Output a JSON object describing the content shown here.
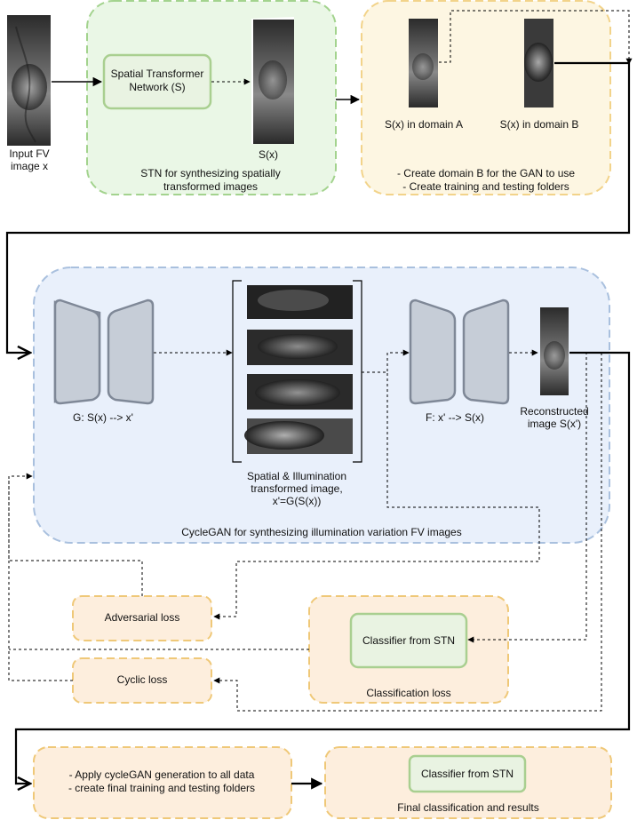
{
  "top_row": {
    "input_label_line1": "Input FV",
    "input_label_line2": "image x",
    "stn_box_line1": "Spatial Transformer",
    "stn_box_line2": "Network (S)",
    "sx_label": "S(x)",
    "stn_region_line1": "STN for synthesizing spatially",
    "stn_region_line2": "transformed images",
    "domain_a_label": "S(x) in domain A",
    "domain_b_label": "S(x) in domain B",
    "domain_region_line1": "- Create domain B for the GAN to use",
    "domain_region_line2": "- Create training and testing folders"
  },
  "cyclegan": {
    "generator_label": "G: S(x) --> x'",
    "transformed_line1": "Spatial & Illumination",
    "transformed_line2": "transformed image,",
    "transformed_line3": "x'=G(S(x))",
    "inverse_label": "F: x' --> S(x)",
    "reconstructed_line1": "Reconstructed",
    "reconstructed_line2": "image S(x')",
    "region_label": "CycleGAN for synthesizing illumination variation FV images"
  },
  "losses": {
    "adversarial": "Adversarial loss",
    "cyclic": "Cyclic loss",
    "classifier_box": "Classifier from STN",
    "classification_region": "Classification loss"
  },
  "bottom_row": {
    "apply_line1": "- Apply cycleGAN generation to all data",
    "apply_line2": "- create final training and testing folders",
    "final_classifier_box": "Classifier from STN",
    "final_region": "Final classification and results"
  }
}
